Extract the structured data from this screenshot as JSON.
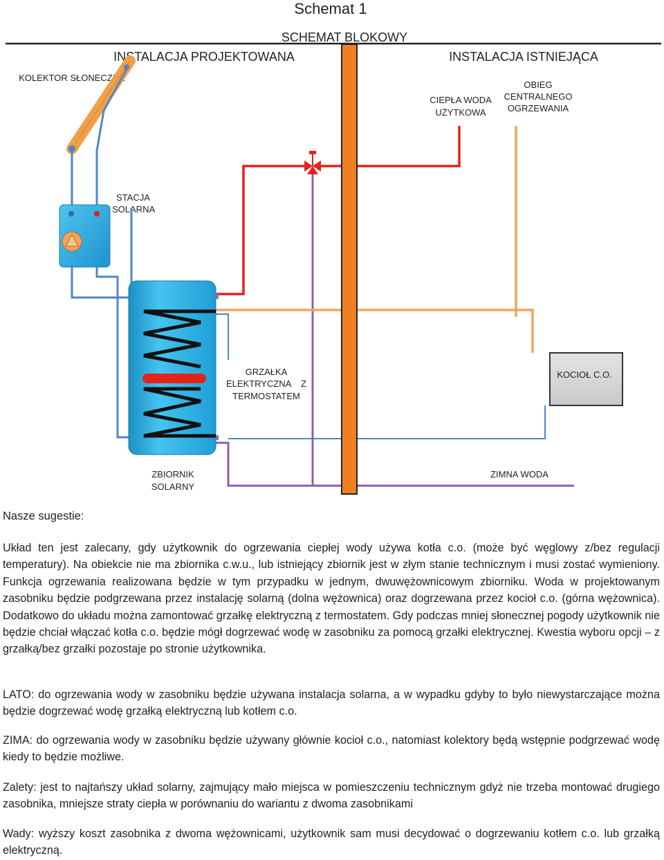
{
  "diagram": {
    "title": "Schemat 1",
    "subtitle": "SCHEMAT BLOKOWY",
    "left_heading": "INSTALACJA PROJEKTOWANA",
    "right_heading": "INSTALACJA ISTNIEJĄCA",
    "labels": {
      "collector": "KOLEKTOR SŁONECZNE",
      "hot_water_1": "CIEPŁA WODA",
      "hot_water_2": "UŻYTKOWA",
      "heating_1": "OBIEG",
      "heating_2": "CENTRALNEGO",
      "heating_3": "OGRZEWANIA",
      "station_1": "STACJA",
      "station_2": "SOLARNA",
      "heater_1": "GRZAŁKA",
      "heater_2": "ELEKTRYCZNA    Z",
      "heater_3": "TERMOSTATEM",
      "boiler": "KOCIOŁ C.O.",
      "tank_1": "ZBIORNIK",
      "tank_2": "SOLARNY",
      "cold_water": "ZIMNA WODA"
    },
    "colors": {
      "solar_loop": "#4f86c6",
      "hot_water": "#e2231a",
      "boiler_loop": "#f2a55a",
      "cold_water": "#8a5fa8",
      "tank": "#29abe2",
      "collector": "#f0a04b",
      "wall": "#f07f24"
    }
  },
  "text": {
    "heading": "Nasze sugestie:",
    "p1": "Układ ten jest zalecany, gdy użytkownik do ogrzewania ciepłej wody używa kotła c.o. (może być węglowy z/bez regulacji temperatury). Na obiekcie nie ma zbiornika c.w.u., lub istniejący zbiornik jest w złym stanie technicznym i musi zostać wymieniony. Funkcja ogrzewania realizowana będzie w tym przypadku w jednym, dwuwężownicowym zbiorniku. Woda w projektowanym zasobniku będzie podgrzewana przez instalację solarną (dolna wężownica) oraz dogrzewana przez kocioł c.o. (górna wężownica). Dodatkowo do układu można zamontować grzałkę elektryczną z termostatem. Gdy podczas mniej słonecznej pogody użytkownik nie będzie chciał włączać kotła c.o. będzie mógł dogrzewać wodę w zasobniku za pomocą grzałki elektrycznej. Kwestia wyboru opcji – z grzałką/bez grzałki pozostaje po stronie użytkownika.",
    "p2": "LATO: do ogrzewania wody w zasobniku będzie używana instalacja solarna, a w wypadku gdyby to było niewystarczające można będzie dogrzewać wodę grzałką elektryczną lub kotłem c.o.",
    "p3": "ZIMA: do ogrzewania wody w zasobniku będzie używany głównie kocioł c.o., natomiast kolektory będą wstępnie podgrzewać wodę kiedy to będzie możliwe.",
    "p4": "Zalety: jest to najtańszy układ solarny, zajmujący mało miejsca w pomieszczeniu technicznym gdyż nie trzeba montować drugiego zasobnika, mniejsze straty ciepła w porównaniu do wariantu z dwoma zasobnikami",
    "p5": "Wady: wyższy koszt zasobnika z dwoma wężownicami, użytkownik sam musi decydować o dogrzewaniu kotłem c.o. lub grzałką elektryczną."
  }
}
